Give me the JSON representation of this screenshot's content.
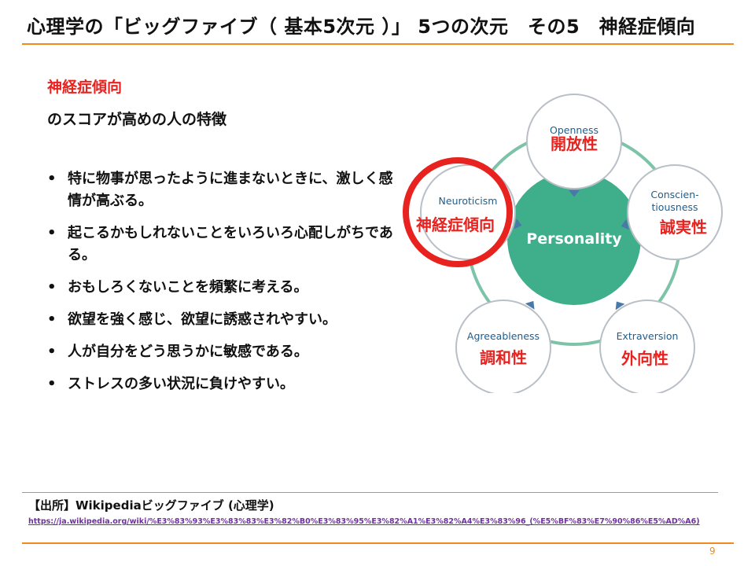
{
  "title": "心理学の「ビッグファイブ（ 基本5次元 ）」 5つの次元　その5　神経症傾向",
  "left": {
    "heading": "神経症傾向",
    "subheading": "のスコアが高めの人の特徴",
    "bullets": [
      "特に物事が思ったように進まないときに、激しく感情が高ぶる。",
      "起こるかもしれないことをいろいろ心配しがちである。",
      "おもしろくないことを頻繁に考える。",
      "欲望を強く感じ、欲望に誘惑されやすい。",
      "人が自分をどう思うかに敏感である。",
      "ストレスの多い状況に負けやすい。"
    ]
  },
  "diagram": {
    "center": "Personality",
    "nodes": [
      {
        "en": "Openness",
        "ja": "開放性"
      },
      {
        "en": "Conscien-\ntiousness",
        "ja": "誠実性"
      },
      {
        "en": "Extraversion",
        "ja": "外向性"
      },
      {
        "en": "Agreeableness",
        "ja": "調和性"
      },
      {
        "en": "Neuroticism",
        "ja": "神経症傾向"
      }
    ],
    "colors": {
      "center_fill": "#3fae8a",
      "ring": "#7cc3a7",
      "node_fill": "#ffffff",
      "node_stroke": "#b9bfc7",
      "node_text": "#1f5d8c",
      "arrow": "#4a78a8",
      "ja_text": "#e8231f",
      "highlight": "#e8231f"
    },
    "highlighted": "Neuroticism"
  },
  "source": {
    "label": "【出所】Wikipediaビッグファイブ (心理学)",
    "url": "https://ja.wikipedia.org/wiki/%E3%83%93%E3%83%83%E3%82%B0%E3%83%95%E3%82%A1%E3%82%A4%E3%83%96_(%E5%BF%83%E7%90%86%E5%AD%A6)"
  },
  "page_number": "9"
}
